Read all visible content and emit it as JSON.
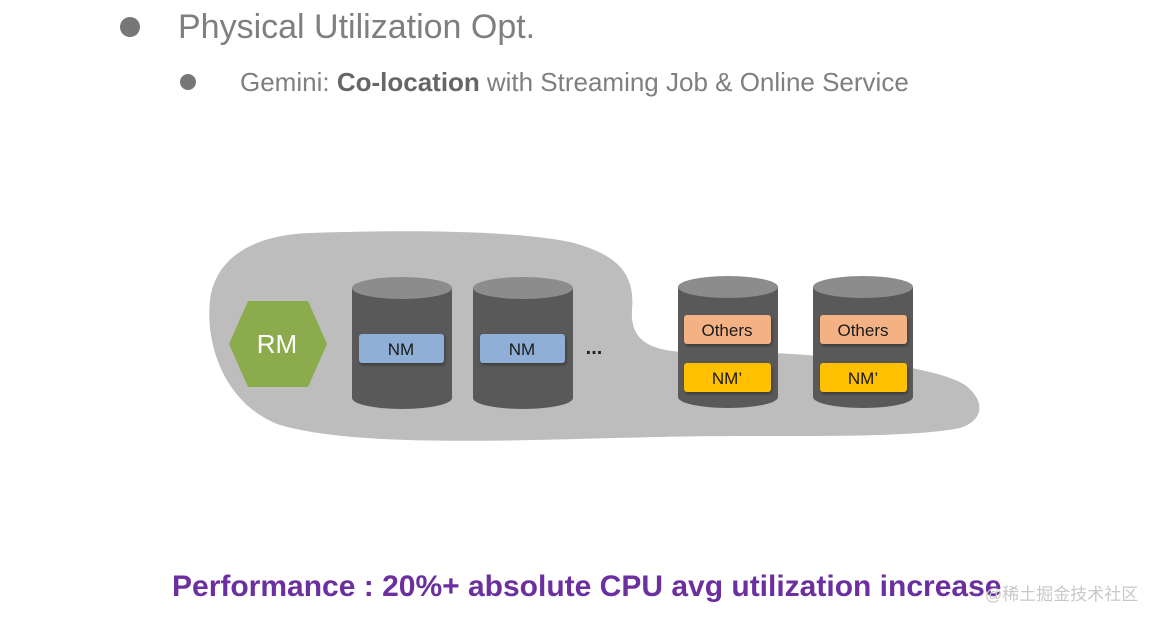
{
  "heading": {
    "title": "Physical Utilization Opt.",
    "subtitle_prefix": "Gemini:",
    "subtitle_emphasis": "Co-location",
    "subtitle_rest": "with Streaming Job & Online Service"
  },
  "diagram": {
    "rm_label": "RM",
    "nm_nodes": [
      {
        "label": "NM"
      },
      {
        "label": "NM"
      }
    ],
    "ellipsis": "...",
    "colocated_nodes": [
      {
        "top_label": "Others",
        "bottom_label": "NM’"
      },
      {
        "top_label": "Others",
        "bottom_label": "NM’"
      }
    ],
    "colors": {
      "blob": "#bdbdbd",
      "rm": "#8bab4c",
      "cylinder": "#595959",
      "cylinder_top": "#8c8c8c",
      "nm_box": "#8fafd6",
      "others_box": "#f4b183",
      "nm_prime_box": "#ffc000"
    }
  },
  "footer": {
    "performance": "Performance : 20%+ absolute CPU avg utilization increase",
    "watermark": "@稀土掘金技术社区"
  },
  "colors": {
    "heading": "#7f7f7f",
    "performance": "#6b2fa0"
  }
}
